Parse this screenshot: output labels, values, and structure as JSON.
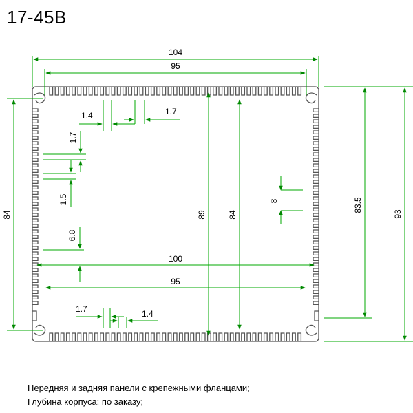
{
  "title": "17-45B",
  "notes": [
    "Передняя и задняя панели с крепежными фланцами;",
    "Глубина корпуса: по заказу;"
  ],
  "colors": {
    "outline": "#555555",
    "dimension": "#00aa00",
    "arrow": "#008800",
    "text": "#000000"
  },
  "dimensions": {
    "overall_width": "104",
    "inner_width_top": "95",
    "overall_height": "93",
    "height_83_5": "83.5",
    "height_left_84": "84",
    "height_center_89": "89",
    "height_center_84": "84",
    "slot_8": "8",
    "width_100": "100",
    "inner_width_bottom": "95",
    "fin_gap_top": "1.4",
    "fin_width_top": "1.7",
    "side_fin_width": "1.7",
    "side_fin_gap": "1.5",
    "side_depth": "6.8",
    "fin_width_bottom": "1.7",
    "fin_gap_bottom": "1.4"
  }
}
